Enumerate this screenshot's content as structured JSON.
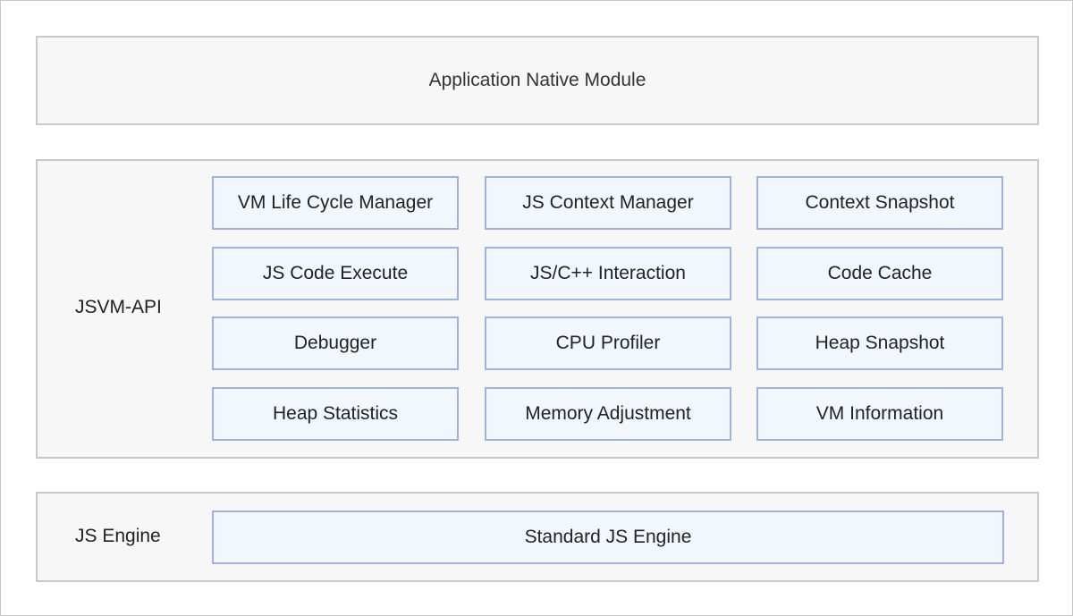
{
  "application_layer": {
    "title": "Application Native Module"
  },
  "jsvm_api_layer": {
    "label": "JSVM-API",
    "modules": [
      "VM Life Cycle Manager",
      "JS Context Manager",
      "Context Snapshot",
      "JS Code Execute",
      "JS/C++ Interaction",
      "Code Cache",
      "Debugger",
      "CPU Profiler",
      "Heap Snapshot",
      "Heap Statistics",
      "Memory Adjustment",
      "VM Information"
    ]
  },
  "engine_layer": {
    "label": "JS Engine",
    "module": "Standard JS Engine"
  },
  "colors": {
    "layer_fill": "#f7f7f7",
    "layer_border": "#c9c9c9",
    "module_fill": "#f1f7fc",
    "module_border": "#9eb3e2"
  }
}
